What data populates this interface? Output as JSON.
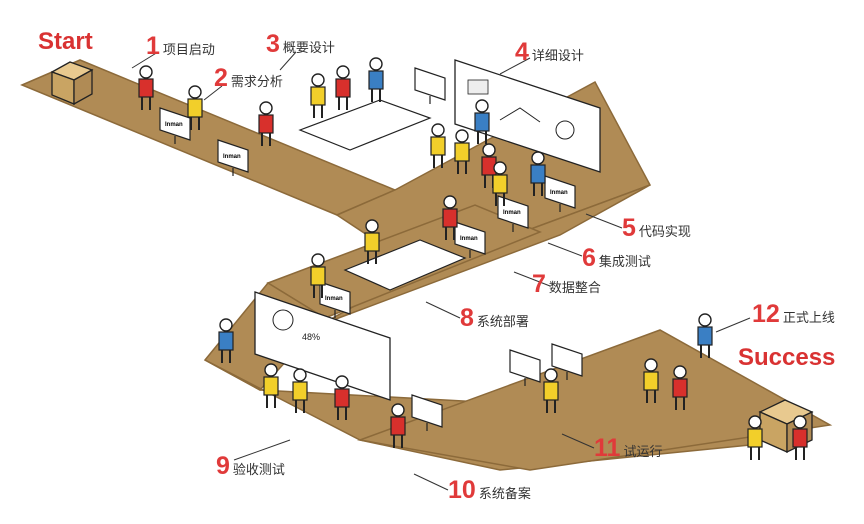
{
  "titles": {
    "start": "Start",
    "success": "Success"
  },
  "monitor_brand": "Inman",
  "stat_label": "48%",
  "steps": [
    {
      "num": "1",
      "label": "项目启动"
    },
    {
      "num": "2",
      "label": "需求分析"
    },
    {
      "num": "3",
      "label": "概要设计"
    },
    {
      "num": "4",
      "label": "详细设计"
    },
    {
      "num": "5",
      "label": "代码实现"
    },
    {
      "num": "6",
      "label": "集成测试"
    },
    {
      "num": "7",
      "label": "数据整合"
    },
    {
      "num": "8",
      "label": "系统部署"
    },
    {
      "num": "9",
      "label": "验收测试"
    },
    {
      "num": "10",
      "label": "系统备案"
    },
    {
      "num": "11",
      "label": "试运行"
    },
    {
      "num": "12",
      "label": "正式上线"
    }
  ],
  "colors": {
    "floor": "#b08b55",
    "floor_edge": "#8c6a3a",
    "accent_red": "#e03a3a",
    "shirt_yellow": "#f2cf2a",
    "shirt_red": "#d8302c",
    "shirt_blue": "#3a7fc4"
  }
}
